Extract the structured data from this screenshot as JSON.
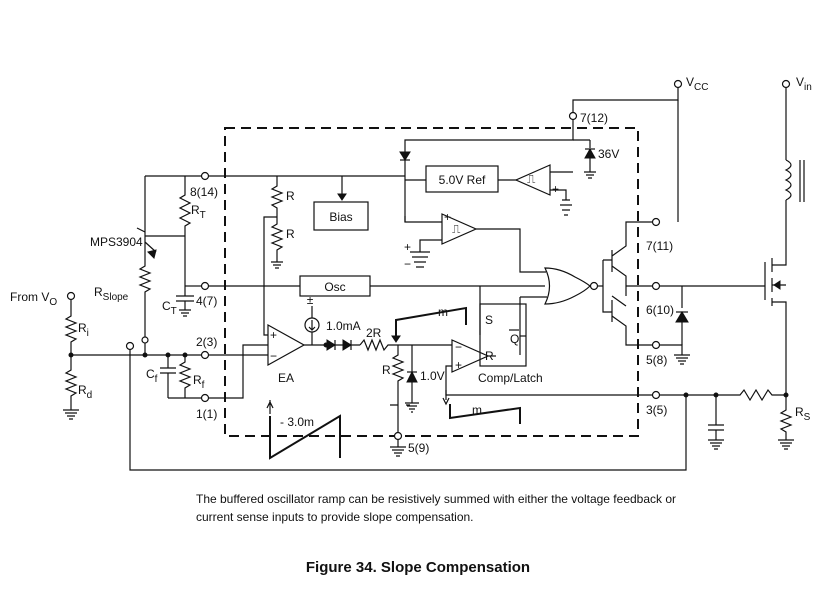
{
  "labels": {
    "vcc": "V",
    "vcc_sub": "CC",
    "vin": "V",
    "vin_sub": "in",
    "pin_vcc": "7(12)",
    "zener": "36V",
    "ref": "5.0V Ref",
    "bias": "Bias",
    "pin_rt": "8(14)",
    "rt": "R",
    "rt_sub": "T",
    "r1": "R",
    "r2": "R",
    "r3": "R",
    "rf": "R",
    "rf_sub": "f",
    "rslope": "R",
    "rslope_sub": "Slope",
    "ri": "R",
    "ri_sub": "i",
    "rd": "R",
    "rd_sub": "d",
    "rs": "R",
    "rs_sub": "S",
    "two_r": "2R",
    "from_vo": "From V",
    "from_vo_sub": "O",
    "transistor": "MPS3904",
    "ct": "C",
    "ct_sub": "T",
    "cf": "C",
    "cf_sub": "f",
    "pin_ct": "4(7)",
    "pin_fb": "2(3)",
    "pin_comp": "1(1)",
    "osc": "Osc",
    "ea": "EA",
    "current": "1.0mA",
    "one_v": "1.0V",
    "latch_s": "S",
    "latch_r": "R",
    "latch_q": "Q",
    "comp_latch": "Comp/Latch",
    "slope_neg_m": "-m",
    "slope_m": "m",
    "slope_30m": "- 3.0m",
    "pin_out": "7(11)",
    "pin_pgnd": "6(10)",
    "pin_gnd58": "5(8)",
    "pin_cs": "3(5)",
    "pin_gnd59": "5(9)"
  },
  "caption": "The buffered oscillator ramp can be resistively summed with either the voltage feedback or current sense inputs to provide slope compensation.",
  "figure_title": "Figure 34. Slope Compensation"
}
